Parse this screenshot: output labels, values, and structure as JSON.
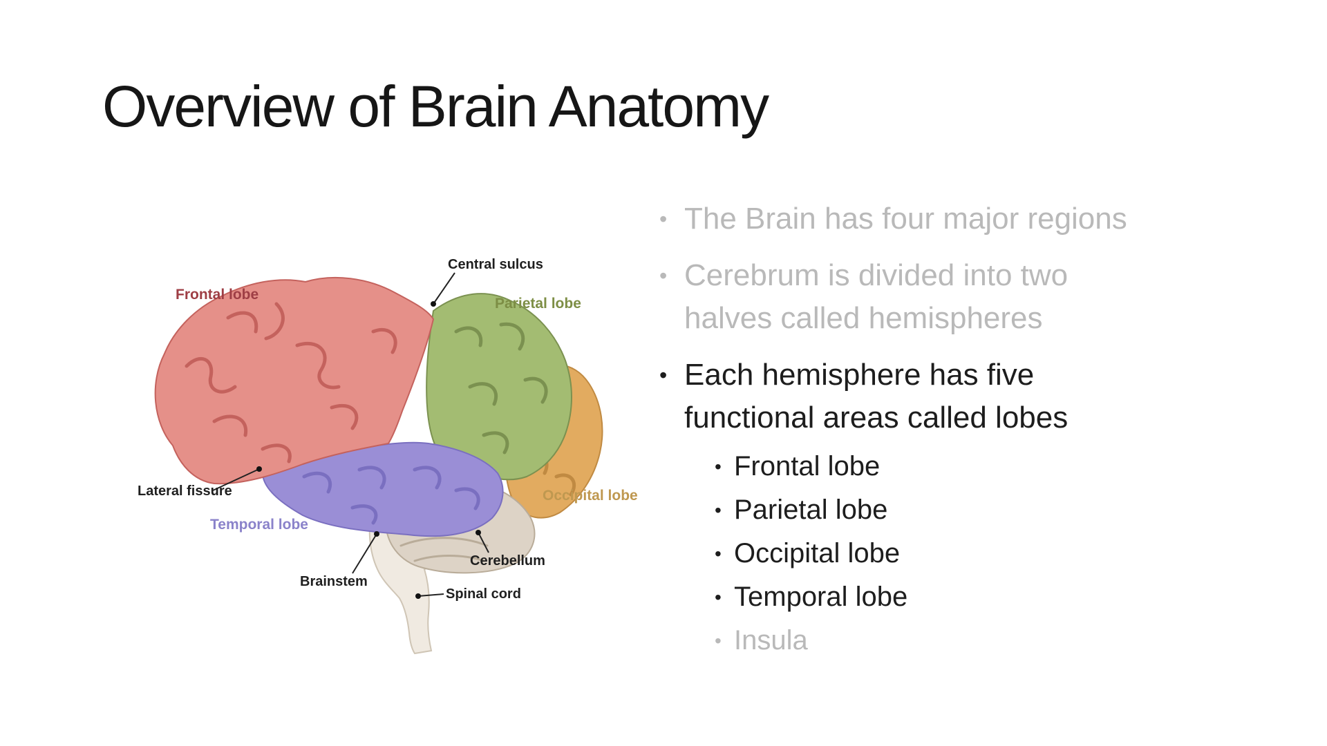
{
  "slide": {
    "title": "Overview of Brain Anatomy",
    "text_colors": {
      "dimmed": "#b9b9b9",
      "active": "#1d1d1d"
    },
    "bullets": [
      {
        "line1": "The Brain has four major regions",
        "level": 1,
        "dimmed": true
      },
      {
        "line1": "Cerebrum is divided into two",
        "line2": "halves called hemispheres",
        "level": 1,
        "dimmed": true
      },
      {
        "line1": "Each hemisphere has five",
        "line2": "functional areas called lobes",
        "level": 1,
        "dimmed": false
      },
      {
        "line1": "Frontal lobe",
        "level": 2,
        "dimmed": false
      },
      {
        "line1": "Parietal lobe",
        "level": 2,
        "dimmed": false
      },
      {
        "line1": "Occipital lobe",
        "level": 2,
        "dimmed": false
      },
      {
        "line1": "Temporal lobe",
        "level": 2,
        "dimmed": false
      },
      {
        "line1": "Insula",
        "level": 2,
        "dimmed": true
      }
    ]
  },
  "diagram": {
    "labels": {
      "central_sulcus": {
        "text": "Central sulcus",
        "color": "#1f1f1f"
      },
      "frontal_lobe": {
        "text": "Frontal lobe",
        "color": "#9e3e45"
      },
      "parietal_lobe": {
        "text": "Parietal lobe",
        "color": "#7d8e45"
      },
      "lateral_fissure": {
        "text": "Lateral fissure",
        "color": "#1f1f1f"
      },
      "temporal_lobe": {
        "text": "Temporal lobe",
        "color": "#8a82ca"
      },
      "occipital_lobe": {
        "text": "Occipital lobe",
        "color": "#bf9850"
      },
      "cerebellum": {
        "text": "Cerebellum",
        "color": "#1f1f1f"
      },
      "brainstem": {
        "text": "Brainstem",
        "color": "#1f1f1f"
      },
      "spinal_cord": {
        "text": "Spinal cord",
        "color": "#1f1f1f"
      }
    },
    "region_colors": {
      "frontal": "#e59089",
      "parietal": "#a3bc72",
      "occipital": "#e2ab60",
      "temporal": "#9a8ed6",
      "cerebellum": "#ddd3c6",
      "brainstem": "#f0eae1"
    }
  }
}
